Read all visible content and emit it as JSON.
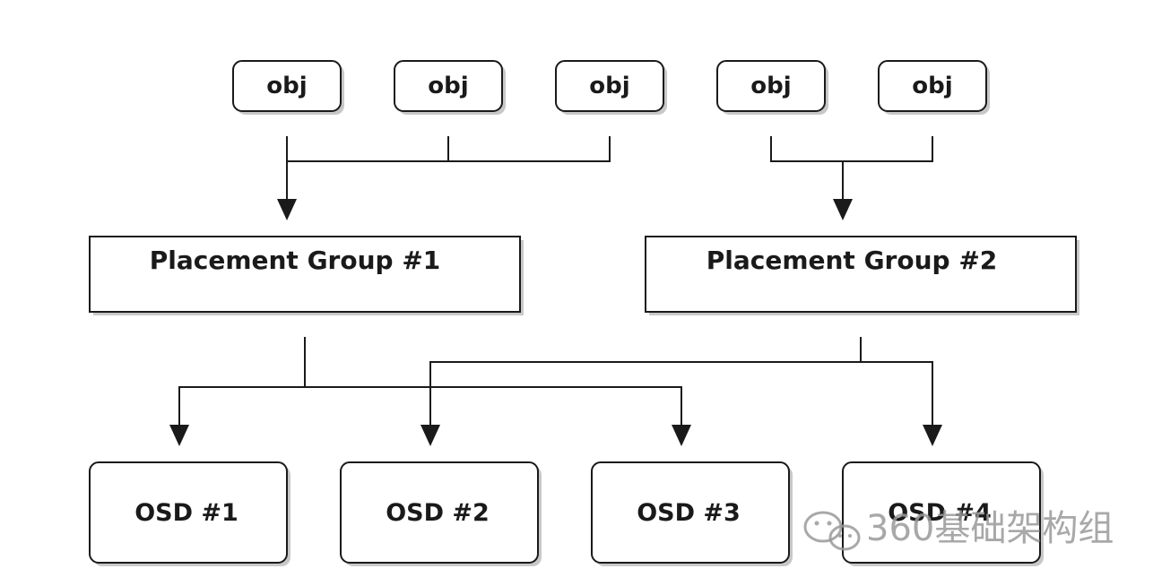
{
  "objects": [
    {
      "label": "obj"
    },
    {
      "label": "obj"
    },
    {
      "label": "obj"
    },
    {
      "label": "obj"
    },
    {
      "label": "obj"
    }
  ],
  "placement_groups": [
    {
      "label": "Placement Group #1"
    },
    {
      "label": "Placement Group #2"
    }
  ],
  "osds": [
    {
      "label": "OSD #1"
    },
    {
      "label": "OSD #2"
    },
    {
      "label": "OSD #3"
    },
    {
      "label": "OSD #4"
    }
  ],
  "watermark": {
    "text": "360基础架构组",
    "icon": "wechat-icon",
    "color": "#9a9a9a"
  }
}
